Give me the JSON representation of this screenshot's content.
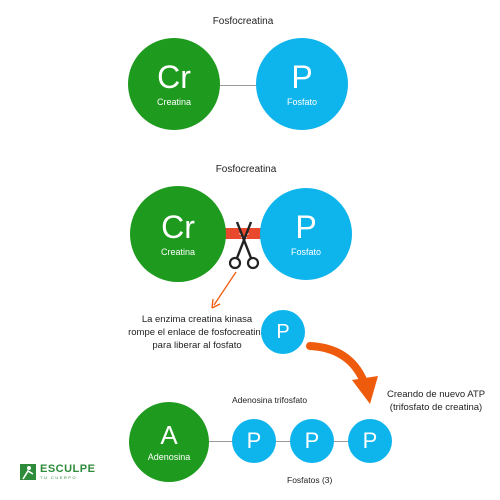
{
  "diagram": {
    "section1": {
      "title": "Fosfocreatina",
      "creatine": {
        "symbol": "Cr",
        "label": "Creatina"
      },
      "phosphate": {
        "symbol": "P",
        "label": "Fosfato"
      }
    },
    "section2": {
      "title": "Fosfocreatina",
      "creatine": {
        "symbol": "Cr",
        "label": "Creatina"
      },
      "phosphate": {
        "symbol": "P",
        "label": "Fosfato"
      },
      "note": "La enzima creatina kinasa rompe el enlace de fosfocreatina para liberar al fosfato",
      "free_phosphate": {
        "symbol": "P"
      }
    },
    "section3": {
      "callout": "Creando de nuevo ATP (trifosfato de creatina)",
      "title": "Adenosina trifosfato",
      "adenosine": {
        "symbol": "A",
        "label": "Adenosina"
      },
      "phosphates": [
        "P",
        "P",
        "P"
      ],
      "phosphates_caption": "Fosfatos (3)"
    }
  },
  "logo": {
    "text": "ESCULPE",
    "tagline": "TU CUERPO"
  },
  "colors": {
    "green": "#1e9a1e",
    "blue": "#0eb4ec",
    "orange": "#ef5b0c",
    "red": "#e8482c"
  }
}
